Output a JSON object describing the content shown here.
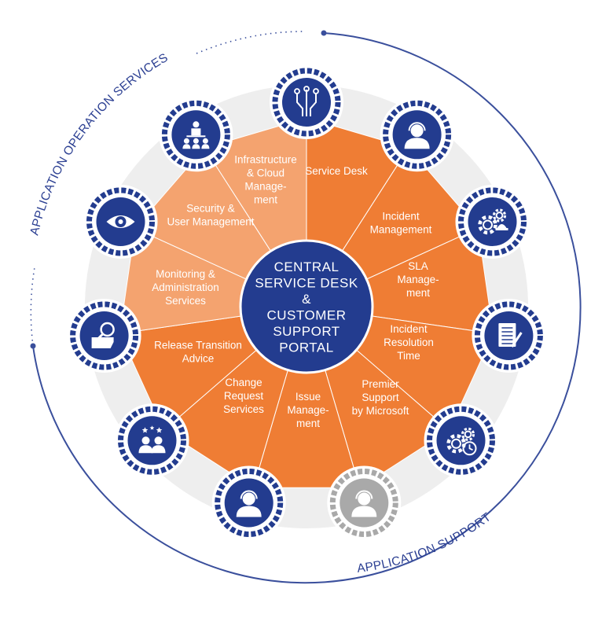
{
  "center": {
    "lines": [
      "CENTRAL",
      "SERVICE DESK",
      "&",
      "CUSTOMER",
      "SUPPORT",
      "PORTAL"
    ]
  },
  "outer_labels": {
    "application_operation_services": "APPLICATION OPERATION SERVICES",
    "application_support": "APPLICATION SUPPORT"
  },
  "segments": [
    {
      "name": "segment-service-desk",
      "group": "support",
      "lines": [
        "Service Desk"
      ]
    },
    {
      "name": "segment-incident-management",
      "group": "support",
      "lines": [
        "Incident",
        "Management"
      ]
    },
    {
      "name": "segment-sla-management",
      "group": "support",
      "lines": [
        "SLA",
        "Manage-",
        "ment"
      ]
    },
    {
      "name": "segment-incident-resolution-time",
      "group": "support",
      "lines": [
        "Incident",
        "Resolution",
        "Time"
      ]
    },
    {
      "name": "segment-premier-support",
      "group": "support",
      "lines": [
        "Premier",
        "Support",
        "by Microsoft"
      ]
    },
    {
      "name": "segment-issue-management",
      "group": "support",
      "lines": [
        "Issue",
        "Manage-",
        "ment"
      ]
    },
    {
      "name": "segment-change-request-services",
      "group": "support",
      "lines": [
        "Change",
        "Request",
        "Services"
      ]
    },
    {
      "name": "segment-release-transition-advice",
      "group": "support",
      "lines": [
        "Release Transition",
        "Advice"
      ]
    },
    {
      "name": "segment-monitoring-administration",
      "group": "operation",
      "lines": [
        "Monitoring &",
        "Administration",
        "Services"
      ]
    },
    {
      "name": "segment-security-user-management",
      "group": "operation",
      "lines": [
        "Security &",
        "User Management"
      ]
    },
    {
      "name": "segment-infrastructure-cloud",
      "group": "operation",
      "lines": [
        "Infrastructure",
        "& Cloud",
        "Manage-",
        "ment"
      ]
    }
  ],
  "icons": [
    {
      "name": "circuit-icon",
      "variant": "blue"
    },
    {
      "name": "headset-agent-icon",
      "variant": "blue"
    },
    {
      "name": "gears-alarm-icon",
      "variant": "blue"
    },
    {
      "name": "document-pen-icon",
      "variant": "blue"
    },
    {
      "name": "gears-clock-icon",
      "variant": "blue"
    },
    {
      "name": "headset-agent-gray-icon",
      "variant": "gray"
    },
    {
      "name": "headset-agent-icon",
      "variant": "blue"
    },
    {
      "name": "team-stars-icon",
      "variant": "blue"
    },
    {
      "name": "hand-magnifier-icon",
      "variant": "blue"
    },
    {
      "name": "eye-icon",
      "variant": "blue"
    },
    {
      "name": "presenter-audience-icon",
      "variant": "blue"
    }
  ],
  "colors": {
    "navy": "#233c8f",
    "orange": "#ef7d34",
    "light_orange": "#f4a36f",
    "ring_gray": "#eeeeee",
    "icon_gray": "#a9a9a9",
    "divider": "#ffffff"
  }
}
